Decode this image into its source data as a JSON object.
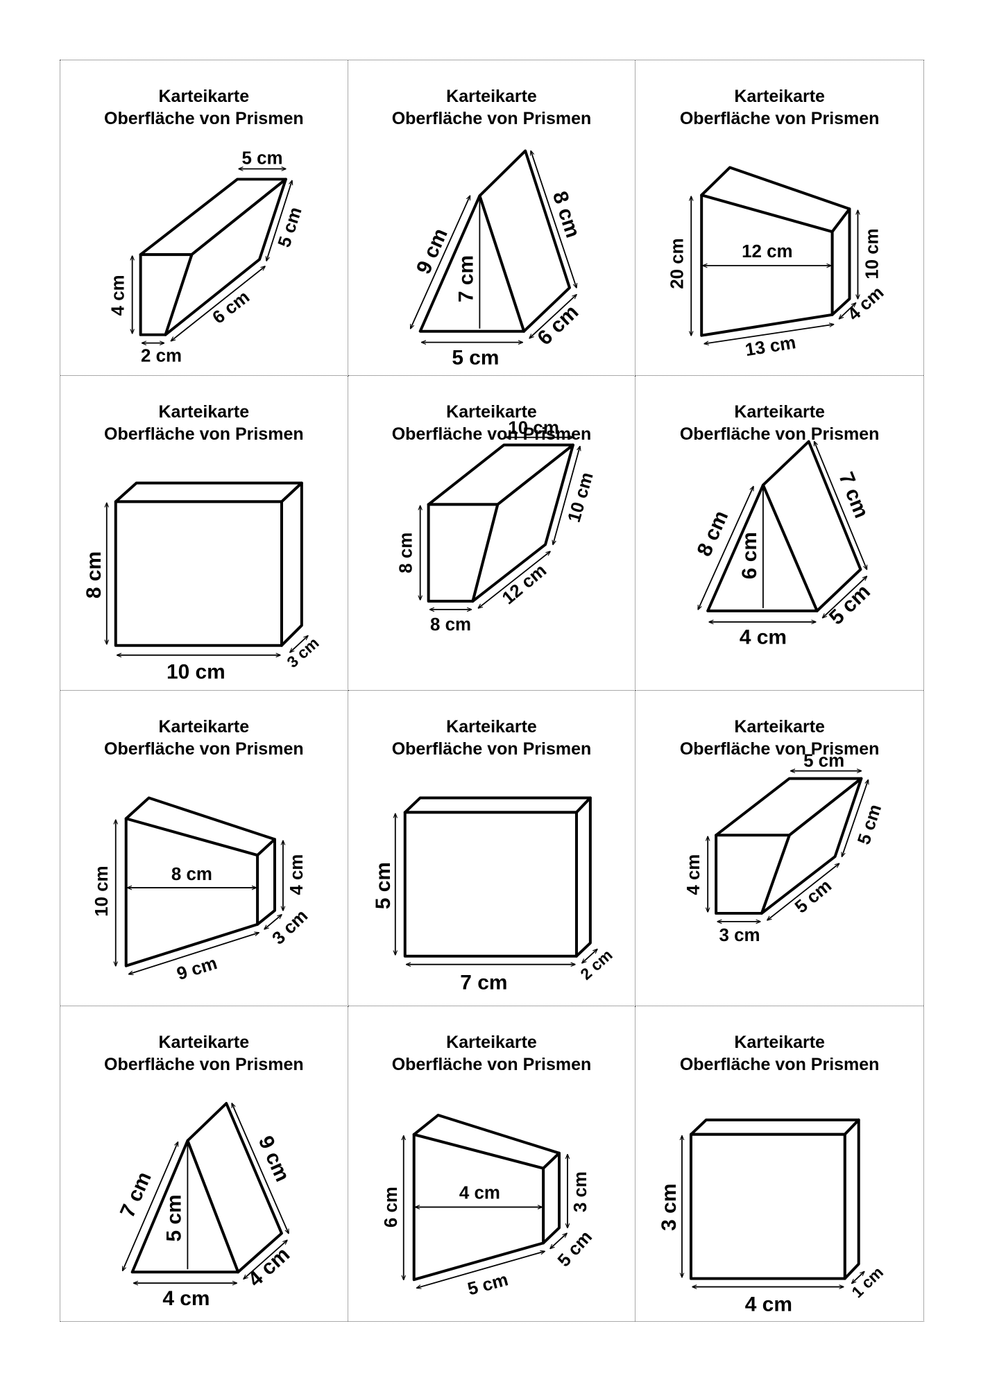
{
  "cards": [
    {
      "title1": "Karteikarte",
      "title2": "Oberfläche von Prismen",
      "labels": [
        "5 cm",
        "5 cm",
        "6 cm",
        "4 cm",
        "2 cm"
      ]
    },
    {
      "title1": "Karteikarte",
      "title2": "Oberfläche von Prismen",
      "labels": [
        "9 cm",
        "7 cm",
        "8 cm",
        "6 cm",
        "5 cm"
      ]
    },
    {
      "title1": "Karteikarte",
      "title2": "Oberfläche von Prismen",
      "labels": [
        "20 cm",
        "12 cm",
        "10 cm",
        "4 cm",
        "13 cm"
      ]
    },
    {
      "title1": "Karteikarte",
      "title2": "Oberfläche von Prismen",
      "labels": [
        "8 cm",
        "10 cm",
        "3 cm"
      ]
    },
    {
      "title1": "Karteikarte",
      "title2": "Oberfläche von Prismen",
      "labels": [
        "10 cm",
        "10 cm",
        "12 cm",
        "8 cm",
        "8 cm"
      ]
    },
    {
      "title1": "Karteikarte",
      "title2": "Oberfläche von Prismen",
      "labels": [
        "8 cm",
        "6 cm",
        "7 cm",
        "5 cm",
        "4 cm"
      ]
    },
    {
      "title1": "Karteikarte",
      "title2": "Oberfläche von Prismen",
      "labels": [
        "10 cm",
        "8 cm",
        "4 cm",
        "3 cm",
        "9 cm"
      ]
    },
    {
      "title1": "Karteikarte",
      "title2": "Oberfläche von Prismen",
      "labels": [
        "5 cm",
        "7 cm",
        "2 cm"
      ]
    },
    {
      "title1": "Karteikarte",
      "title2": "Oberfläche von Prismen",
      "labels": [
        "5 cm",
        "5 cm",
        "5 cm",
        "4 cm",
        "3 cm"
      ]
    },
    {
      "title1": "Karteikarte",
      "title2": "Oberfläche von Prismen",
      "labels": [
        "7 cm",
        "5 cm",
        "9 cm",
        "4 cm",
        "4 cm"
      ]
    },
    {
      "title1": "Karteikarte",
      "title2": "Oberfläche von Prismen",
      "labels": [
        "6 cm",
        "4 cm",
        "3 cm",
        "5 cm",
        "5 cm"
      ]
    },
    {
      "title1": "Karteikarte",
      "title2": "Oberfläche von Prismen",
      "labels": [
        "3 cm",
        "4 cm",
        "1 cm"
      ]
    }
  ]
}
